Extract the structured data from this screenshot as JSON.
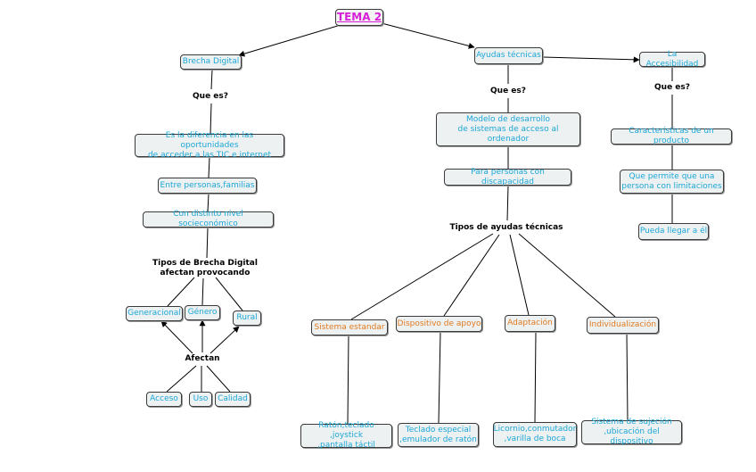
{
  "map": {
    "title": "TEMA 2",
    "left": {
      "head": "Brecha Digital",
      "q": "Que es?",
      "def": "Es la diferencia en las oportunidades\nde acceder a las TIC e internet",
      "entre": "Entre personas,familias",
      "nivel": "Con distinto nivel socieconómico",
      "tipos": "Tipos de Brecha Digital\nafectan provocando",
      "generacional": "Generacional",
      "genero": "Género",
      "rural": "Rural",
      "afectan": "Afectan",
      "acceso": "Acceso",
      "uso": "Uso",
      "calidad": "Calidad"
    },
    "middle": {
      "head": "Ayudas técnicas",
      "q": "Que es?",
      "modelo": "Modelo de desarrollo\nde sistemas de acceso al ordenador",
      "para": "Para personas con discapacidad",
      "tipos": "Tipos de ayudas técnicas",
      "estandar": "Sistema estandar",
      "apoyo": "Dispositivo de apoyo",
      "adaptacion": "Adaptación",
      "individualizacion": "Individualización",
      "estandar_ej": "Ratón,teclado ,joystick\n,pantalla táctil",
      "apoyo_ej": "Teclado especial\n,emulador de ratón",
      "adaptacion_ej": "Licornio,conmutador\n,varilla de boca",
      "individualizacion_ej": "Sistema de sujeción\n,ubicación del dispositivo"
    },
    "right": {
      "head": "La Accesibilidad",
      "q": "Que es?",
      "caract": "Características de un producto",
      "permite": "Que permite que una\npersona con limitaciones",
      "pueda": "Pueda llegar a él"
    },
    "colors": {
      "concept_text": "#1ca7d6",
      "type_text": "#e07a1f",
      "title_text": "#d81ed8",
      "node_fill": "#eef1f2",
      "line": "#000000"
    }
  }
}
